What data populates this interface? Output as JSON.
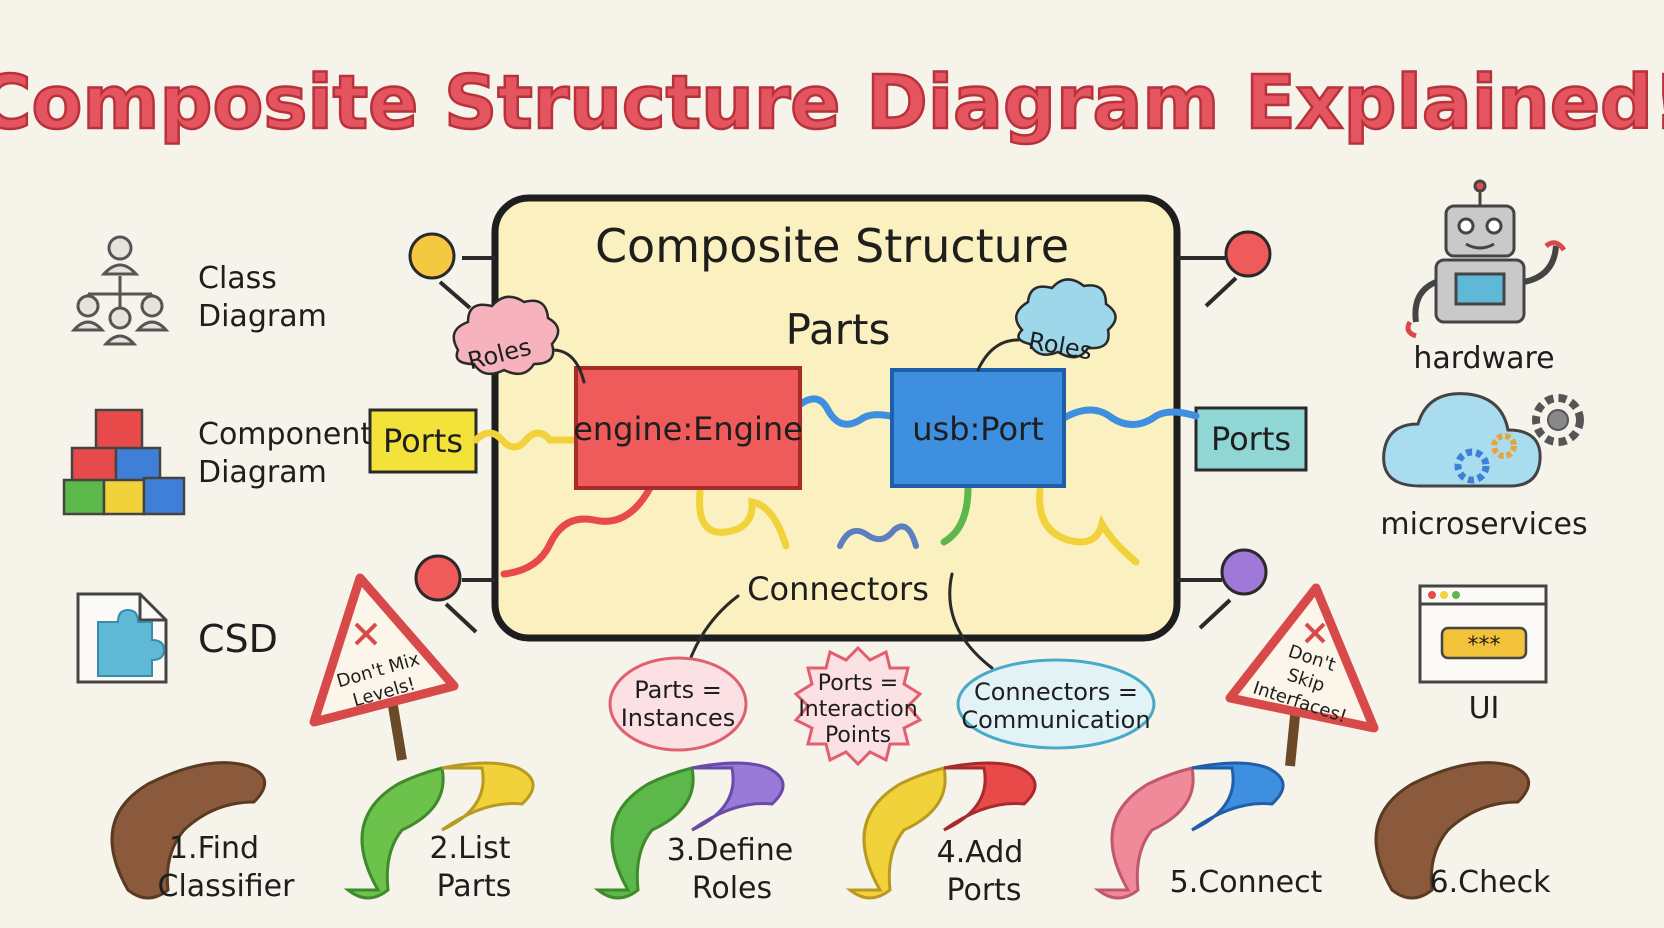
{
  "title": "Composite Structure Diagram Explained!",
  "structure": {
    "heading": "Composite Structure",
    "parts_label": "Parts",
    "connectors_label": "Connectors",
    "part_engine": "engine:Engine",
    "part_usb": "usb:Port",
    "roles_left": "Roles",
    "roles_right": "Roles",
    "ports_left": "Ports",
    "ports_right": "Ports"
  },
  "left_items": [
    {
      "line1": "Class",
      "line2": "Diagram"
    },
    {
      "line1": "Component",
      "line2": "Diagram"
    },
    {
      "line1": "CSD",
      "line2": ""
    }
  ],
  "right_items": [
    {
      "label": "hardware"
    },
    {
      "label": "microservices"
    },
    {
      "label": "UI"
    }
  ],
  "ui_window_text": "***",
  "warnings": [
    {
      "lines": [
        "Don't Mix",
        "Levels!"
      ]
    },
    {
      "lines": [
        "Don't",
        "Skip",
        "Interfaces!"
      ]
    }
  ],
  "definitions": [
    {
      "lines": [
        "Parts =",
        "Instances"
      ]
    },
    {
      "lines": [
        "Ports =",
        "Interaction",
        "Points"
      ]
    },
    {
      "lines": [
        "Connectors =",
        "Communication"
      ]
    }
  ],
  "steps": [
    {
      "lines": [
        "1.Find",
        "Classifier"
      ]
    },
    {
      "lines": [
        "2.List",
        "Parts"
      ]
    },
    {
      "lines": [
        "3.Define",
        "Roles"
      ]
    },
    {
      "lines": [
        "4.Add",
        "Ports"
      ]
    },
    {
      "lines": [
        "5.Connect"
      ]
    },
    {
      "lines": [
        "6.Check"
      ]
    }
  ],
  "colors": {
    "title": "#e5555f",
    "engine": "#ef5a5a",
    "usb": "#3e8fe0",
    "ports_left": "#f2e23a",
    "ports_right": "#8fd6d4",
    "frame_fill": "#fbf0bf",
    "definition_pink": "#f3a6b0",
    "definition_blue": "#9ed6ea"
  }
}
